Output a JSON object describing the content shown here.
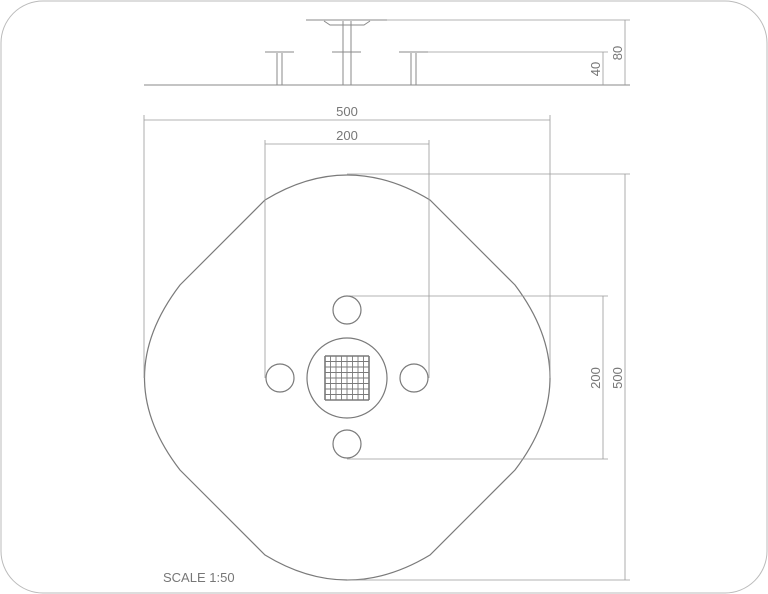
{
  "elevation": {
    "height_total": "80",
    "height_seat": "40"
  },
  "plan": {
    "width_total": "500",
    "width_inner": "200",
    "height_total": "500",
    "height_inner": "200"
  },
  "scale_label": "SCALE 1:50",
  "colors": {
    "line": "#7a7a7a",
    "dimension": "#9a9a9a",
    "text": "#777777"
  }
}
